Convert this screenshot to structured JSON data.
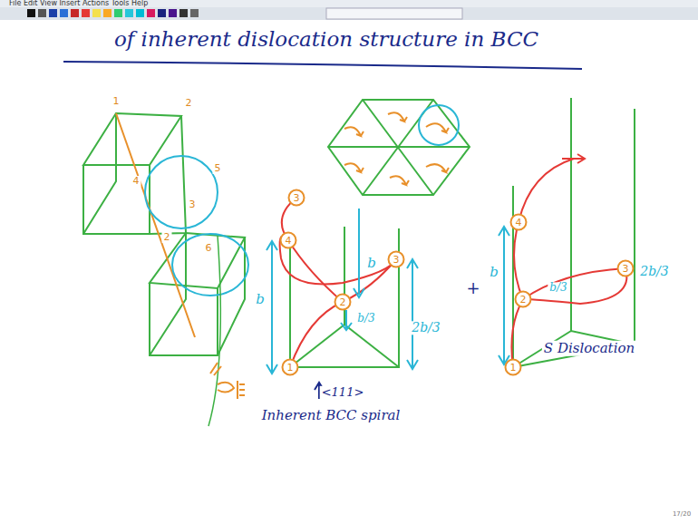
{
  "diagram": {
    "title": "of inherent dislocation structure in BCC",
    "nodes": [
      {
        "text": [
          "3"
        ]
      },
      {
        "text": [
          "4"
        ]
      },
      {
        "text": [
          "2"
        ]
      },
      {
        "text": [
          "3"
        ]
      },
      {
        "text": [
          "1"
        ]
      },
      {
        "text": [
          "4"
        ]
      },
      {
        "text": [
          "2"
        ]
      },
      {
        "text": [
          "3"
        ]
      },
      {
        "text": [
          "1"
        ]
      }
    ],
    "labels": [
      "File Edit View Insert Actions Tools Help",
      "1",
      "2",
      "4",
      "3",
      "5",
      "2",
      "6",
      "b",
      "b",
      "b/3",
      "2b/3",
      "+",
      "b",
      "b/3",
      "2b/3",
      "<111>",
      "Inherent BCC spiral",
      "S Dislocation",
      "17/20"
    ]
  }
}
